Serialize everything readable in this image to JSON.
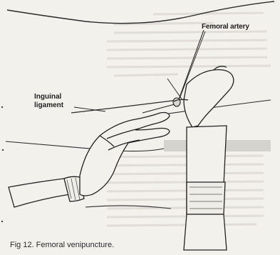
{
  "figure": {
    "labels": {
      "femoral_artery": "Femoral artery",
      "inguinal_ligament": "Inguinal ligament"
    },
    "caption": "Fig 12. Femoral venipuncture."
  }
}
